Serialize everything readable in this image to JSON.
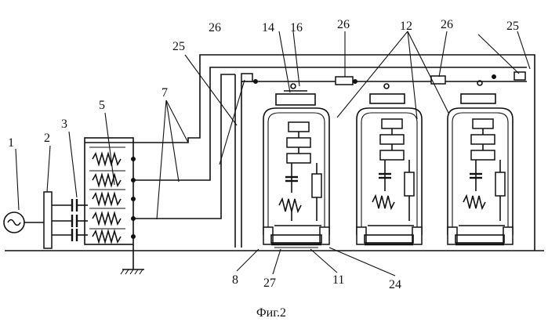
{
  "figure": {
    "caption": "Фиг.2",
    "labels": {
      "l1": "1",
      "l2": "2",
      "l3": "3",
      "l5": "5",
      "l7": "7",
      "l8": "8",
      "l11": "11",
      "l12": "12",
      "l14": "14",
      "l16": "16",
      "l24": "24",
      "l25a": "25",
      "l25b": "25",
      "l26a": "26",
      "l26b": "26",
      "l26c": "26",
      "l27": "27"
    }
  }
}
